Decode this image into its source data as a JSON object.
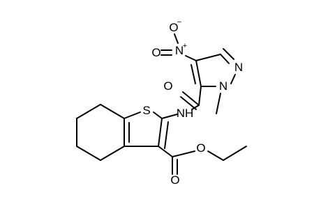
{
  "molecule": {
    "atoms": {
      "sulfur": "S",
      "amide_nitrogen": "NH",
      "pyrazole_n1": "N",
      "pyrazole_n2": "N",
      "nitro_nitrogen": "N",
      "nitro_charge_pos": "+",
      "nitro_oxygen_top": "O",
      "nitro_charge_neg": "−",
      "nitro_oxygen_left": "O",
      "amide_oxygen": "O",
      "ester_oxygen_single": "O",
      "ester_oxygen_double": "O"
    }
  }
}
